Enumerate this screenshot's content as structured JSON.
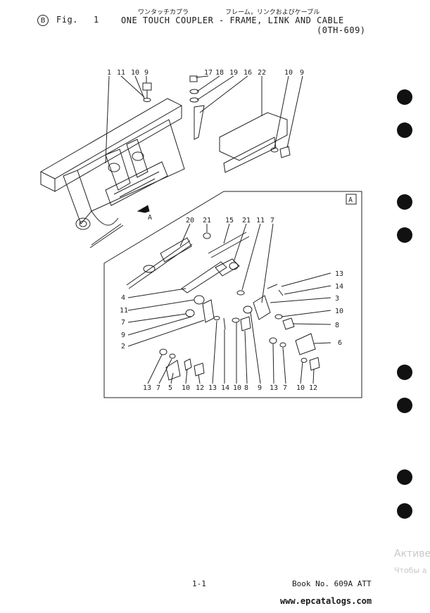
{
  "header": {
    "badge": "B",
    "fig_label": "Fig.",
    "fig_number": "1",
    "title_jp_left": "ワンタッチカプラ",
    "title_jp_right": "フレーム，リンクおよびケーブル",
    "title": "ONE TOUCH COUPLER - FRAME, LINK AND CABLE",
    "model": "(0TH-609)"
  },
  "diagram": {
    "upper_callouts": [
      "1",
      "11",
      "10",
      "9",
      "17",
      "18",
      "19",
      "16",
      "22",
      "10",
      "9"
    ],
    "view_label": "A",
    "inset_label": "A",
    "inset_callouts": [
      "20",
      "21",
      "15",
      "21",
      "11",
      "7",
      "4",
      "11",
      "7",
      "9",
      "2",
      "13",
      "14",
      "3",
      "10",
      "8",
      "6",
      "13",
      "7",
      "5",
      "10",
      "12",
      "13",
      "14",
      "10",
      "8",
      "9",
      "13",
      "7",
      "10",
      "12"
    ]
  },
  "footer": {
    "page": "1-1",
    "book": "Book No. 609A ATT",
    "site": "www.epcatalogs.com"
  },
  "watermark": {
    "line1": "Активе",
    "line2": "Чтобы а"
  }
}
